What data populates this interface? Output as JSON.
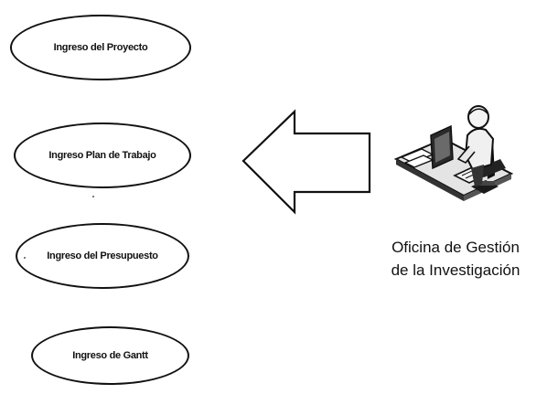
{
  "use_cases": [
    {
      "label": "Ingreso del Proyecto"
    },
    {
      "label": "Ingreso Plan de Trabajo"
    },
    {
      "label": "Ingreso del Presupuesto"
    },
    {
      "label": "Ingreso de Gantt"
    }
  ],
  "actor": {
    "label_line1": "Oficina de Gestión",
    "label_line2": "de la Investigación",
    "icon": "computer-workstation-user-icon"
  },
  "arrow": {
    "direction": "left",
    "icon": "arrow-left-outline-icon"
  }
}
